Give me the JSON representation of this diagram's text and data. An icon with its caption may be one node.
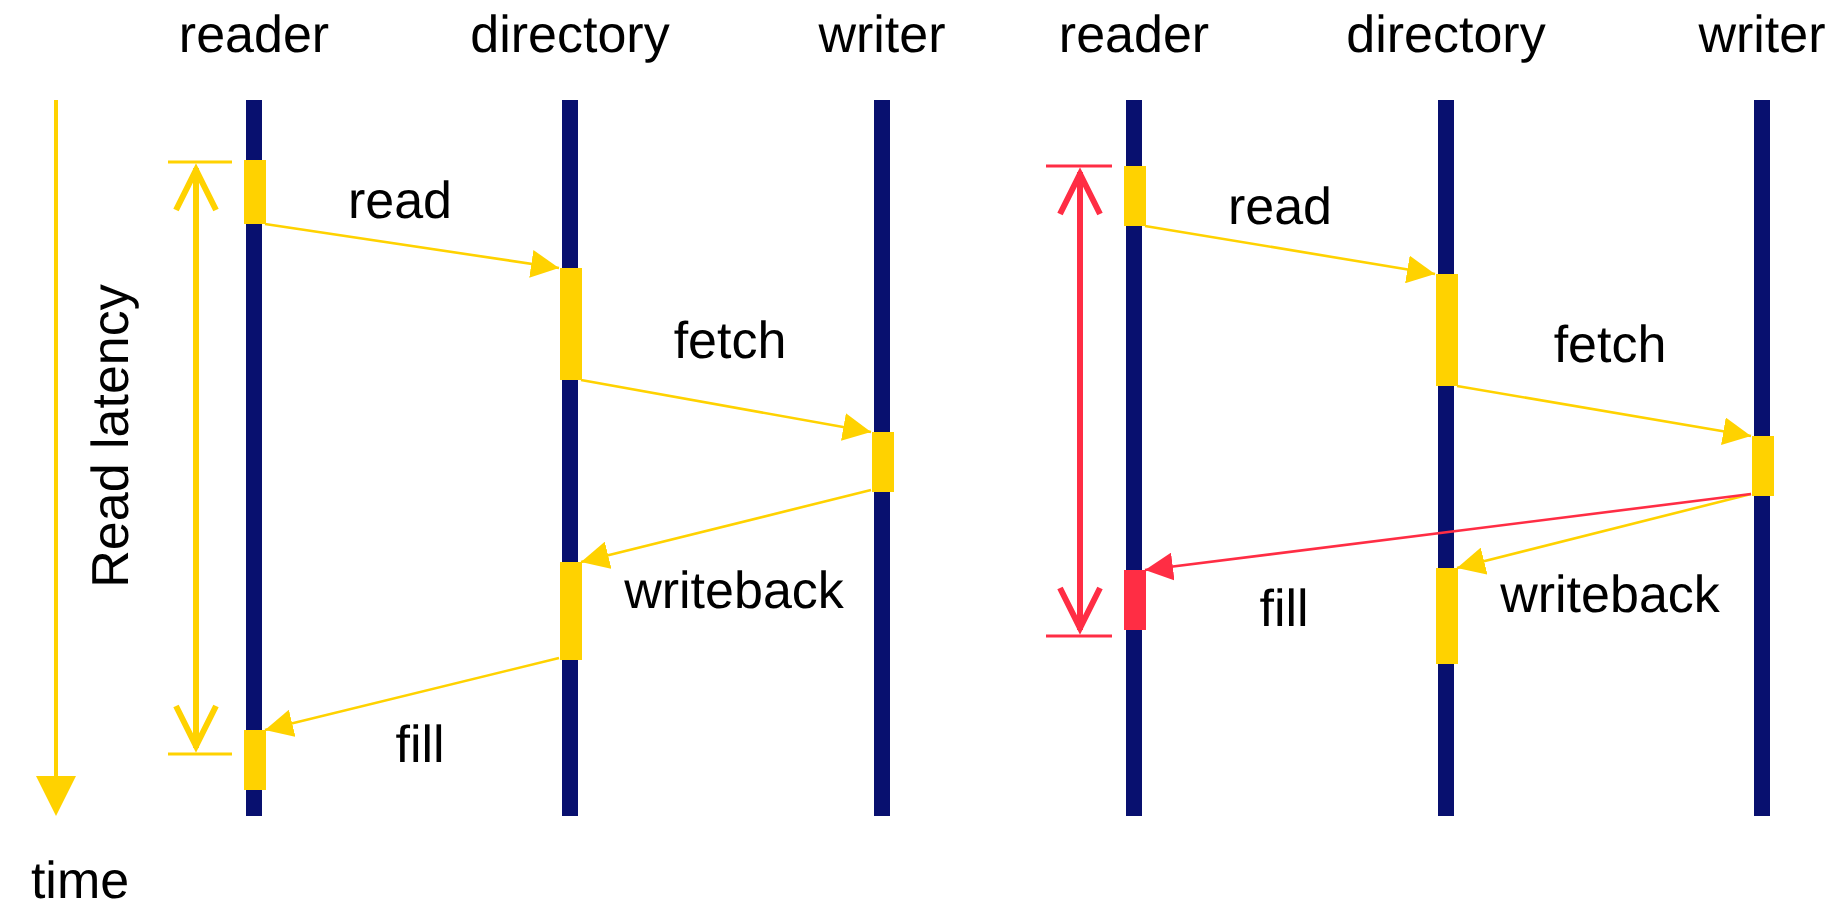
{
  "diagram": {
    "nodes": [
      {
        "text": [
          "reader"
        ]
      },
      {
        "text": [
          "directory"
        ]
      },
      {
        "text": [
          "writer"
        ]
      },
      {
        "text": [
          "reader"
        ]
      },
      {
        "text": [
          "directory"
        ]
      },
      {
        "text": [
          "writer"
        ]
      },
      {
        "text": [],
        "shape": "bar"
      },
      {
        "text": [],
        "shape": "bar"
      },
      {
        "text": [],
        "shape": "bar"
      },
      {
        "text": [],
        "shape": "bar"
      },
      {
        "text": [],
        "shape": "bar"
      },
      {
        "text": [],
        "shape": "bar"
      },
      {
        "text": [],
        "shape": "bar"
      },
      {
        "text": [],
        "shape": "bar"
      },
      {
        "text": [],
        "shape": "bar"
      },
      {
        "text": [],
        "shape": "bar"
      }
    ],
    "edges": [
      {
        "from": 6,
        "to": 7,
        "arrow": "to",
        "label": "read"
      },
      {
        "from": 7,
        "to": 8,
        "arrow": "to",
        "label": "fetch"
      },
      {
        "from": 8,
        "to": 9,
        "arrow": "to",
        "label": "writeback"
      },
      {
        "from": 9,
        "to": 10,
        "arrow": "to",
        "label": "fill"
      },
      {
        "from": 11,
        "to": 12,
        "arrow": "to",
        "label": "read"
      },
      {
        "from": 12,
        "to": 13,
        "arrow": "to",
        "label": "fetch"
      },
      {
        "from": 13,
        "to": 15,
        "arrow": "to",
        "label": "writeback"
      },
      {
        "from": 13,
        "to": 14,
        "arrow": "to",
        "label": "fill",
        "color": "#ff2d44"
      }
    ],
    "labels": [
      "Read latency",
      "time"
    ]
  }
}
